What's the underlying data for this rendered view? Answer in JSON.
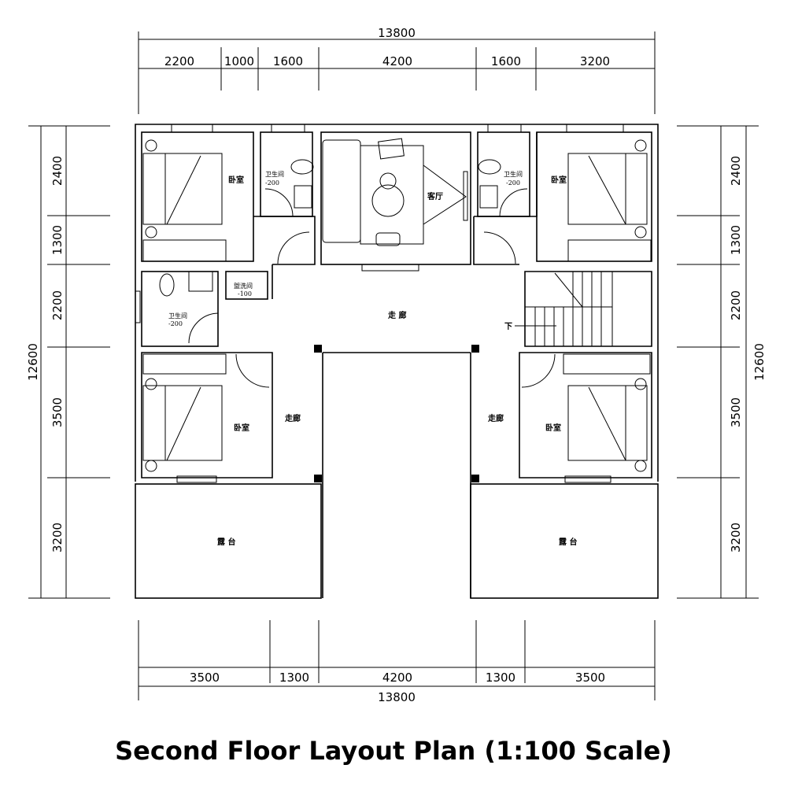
{
  "title": "Second Floor Layout Plan (1:100 Scale)",
  "dimensions": {
    "top_total": "13800",
    "top": [
      "2200",
      "1000",
      "1600",
      "4200",
      "1600",
      "3200"
    ],
    "bottom": [
      "3500",
      "1300",
      "4200",
      "1300",
      "3500"
    ],
    "bottom_total": "13800",
    "left": [
      "2400",
      "1300",
      "2200",
      "3500",
      "3200"
    ],
    "left_total": "12600",
    "right": [
      "2400",
      "1300",
      "2200",
      "3500",
      "3200"
    ],
    "right_total": "12600"
  },
  "rooms": {
    "bedroom": "卧室",
    "bathroom": "卫生间",
    "bathroom_level": "-200",
    "living_room": "客厅",
    "washroom": "盥洗间",
    "washroom_level": "-100",
    "corridor": "走 廊",
    "corridor_v": "走廊",
    "terrace": "露 台",
    "stair_down": "下"
  }
}
